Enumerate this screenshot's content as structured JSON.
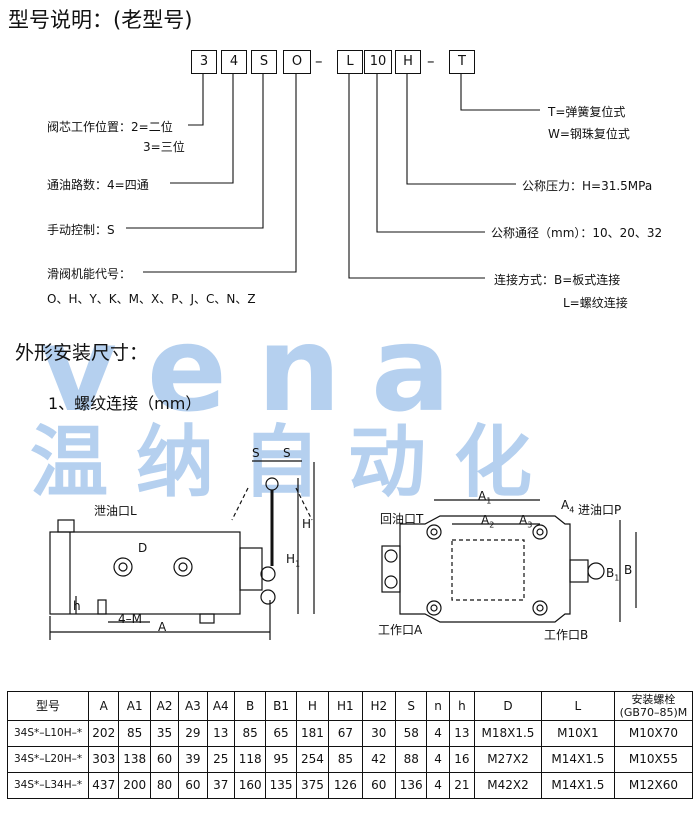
{
  "title_model": "型号说明：(老型号)",
  "code_boxes": [
    "3",
    "4",
    "S",
    "O",
    "L",
    "10",
    "H",
    "T"
  ],
  "code_dash": "–",
  "left_labels": {
    "position_1": "阀芯工作位置：2=二位",
    "position_2": "3=三位",
    "passages": "通油路数：4=四通",
    "manual": "手动控制：S",
    "function_1": "滑阀机能代号：",
    "function_2": "O、H、Y、K、M、X、P、J、C、N、Z"
  },
  "right_labels": {
    "spring_1": "T=弹簧复位式",
    "spring_2": "W=钢珠复位式",
    "pressure": "公称压力：H=31.5MPa",
    "diameter": "公称通径（mm）：10、20、32",
    "conn_1": "连接方式：B=板式连接",
    "conn_2": "L=螺纹连接"
  },
  "section_title": "外形安装尺寸：",
  "sub_title": "1、螺纹连接（mm）",
  "watermark": {
    "latin": "vena",
    "chinese": "温纳自动化"
  },
  "drawing_labels": {
    "drain": "泄油口L",
    "return": "回油口T",
    "inlet": "进油口P",
    "work_a": "工作口A",
    "work_b": "工作口B",
    "d": "D",
    "s1": "S",
    "s2": "S",
    "h_big": "H",
    "h1": "H",
    "h_small": "h",
    "a": "A",
    "four_m": "4–M",
    "a1": "A",
    "a2": "A",
    "a3": "A",
    "a4": "A",
    "b": "B",
    "b1": "B"
  },
  "table": {
    "headers": [
      "型号",
      "A",
      "A1",
      "A2",
      "A3",
      "A4",
      "B",
      "B1",
      "H",
      "H1",
      "H2",
      "S",
      "n",
      "h",
      "D",
      "L",
      "安装螺栓\n(GB70–85)M"
    ],
    "rows": [
      [
        "34S*–L10H–*",
        "202",
        "85",
        "35",
        "29",
        "13",
        "85",
        "65",
        "181",
        "67",
        "30",
        "58",
        "4",
        "13",
        "M18X1.5",
        "M10X1",
        "M10X70"
      ],
      [
        "34S*–L20H–*",
        "303",
        "138",
        "60",
        "39",
        "25",
        "118",
        "95",
        "254",
        "85",
        "42",
        "88",
        "4",
        "16",
        "M27X2",
        "M14X1.5",
        "M10X55"
      ],
      [
        "34S*–L34H–*",
        "437",
        "200",
        "80",
        "60",
        "37",
        "160",
        "135",
        "375",
        "126",
        "60",
        "136",
        "4",
        "21",
        "M42X2",
        "M14X1.5",
        "M12X60"
      ]
    ]
  }
}
